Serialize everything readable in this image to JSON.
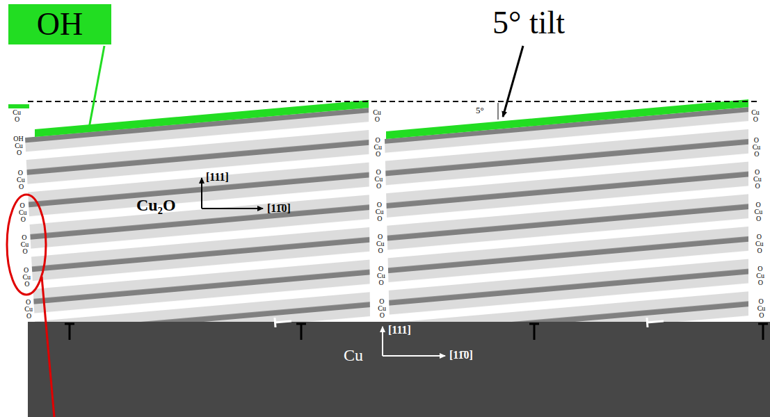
{
  "diagram": {
    "nodes": [
      {
        "text": [
          "OH"
        ]
      }
    ],
    "labels": [
      "5° tilt",
      "5°",
      "Cu",
      "O",
      "OH",
      "Cu",
      "O",
      "O",
      "Cu",
      "O",
      "O",
      "Cu",
      "O",
      "O",
      "Cu",
      "O",
      "O",
      "Cu",
      "O",
      "O",
      "Cu",
      "O",
      "Cu",
      "O",
      "O",
      "Cu",
      "O",
      "O",
      "Cu",
      "O",
      "O",
      "Cu",
      "O",
      "O",
      "Cu",
      "O",
      "O",
      "Cu",
      "O",
      "O",
      "Cu",
      "O",
      "Cu",
      "O",
      "O",
      "Cu",
      "O",
      "O",
      "Cu",
      "O",
      "O",
      "Cu",
      "O",
      "O",
      "Cu",
      "O",
      "O",
      "Cu",
      "O",
      "O",
      "Cu",
      "O",
      "[111]",
      "Cu₂O",
      "[11̄0]",
      "[111]",
      "Cu",
      "[11̄0]"
    ]
  }
}
